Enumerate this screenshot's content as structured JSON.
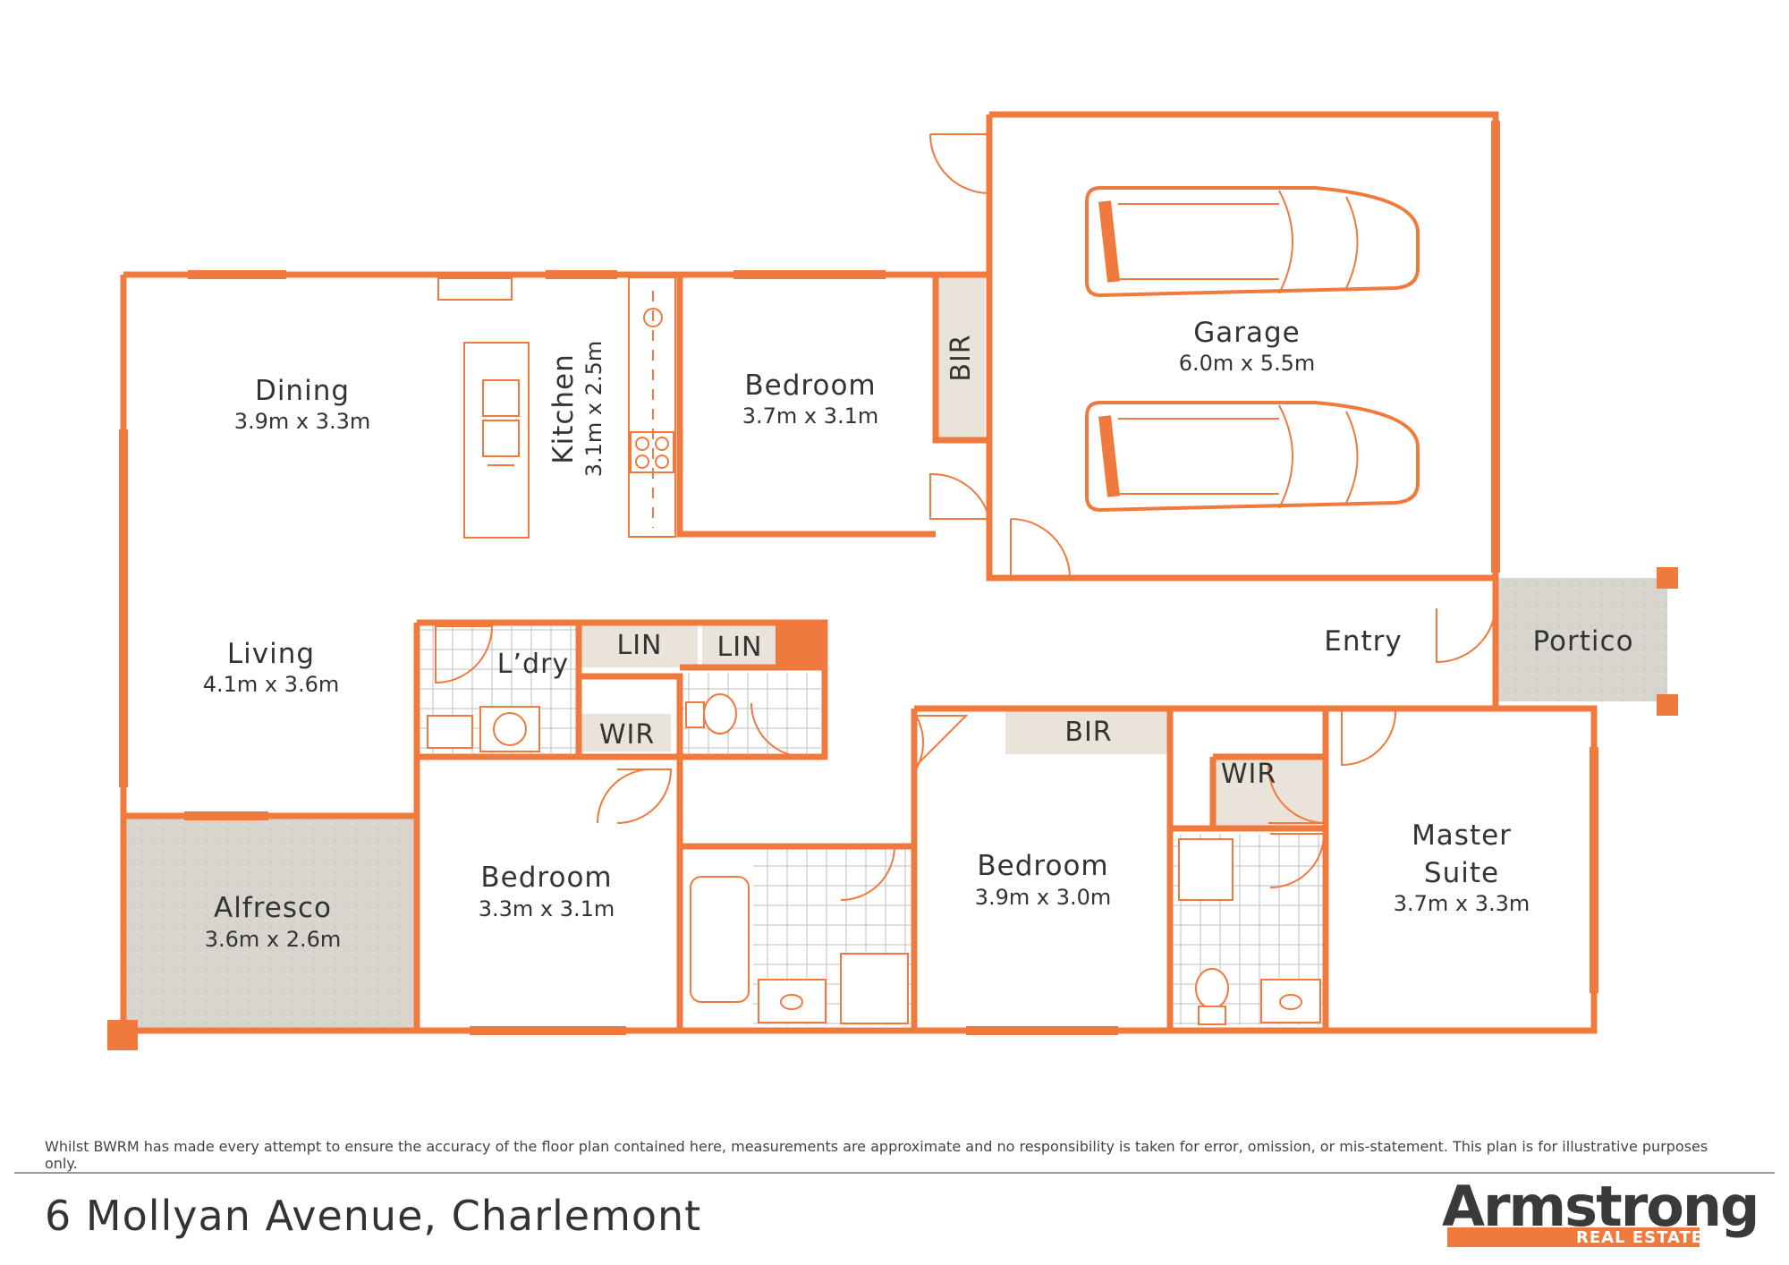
{
  "rooms": {
    "dining": {
      "name": "Dining",
      "dims": "3.9m x 3.3m"
    },
    "kitchen": {
      "name": "Kitchen",
      "dims": "3.1m x 2.5m"
    },
    "bedroom_top": {
      "name": "Bedroom",
      "dims": "3.7m x 3.1m"
    },
    "garage": {
      "name": "Garage",
      "dims": "6.0m x 5.5m"
    },
    "living": {
      "name": "Living",
      "dims": "4.1m x 3.6m"
    },
    "alfresco": {
      "name": "Alfresco",
      "dims": "3.6m x 2.6m"
    },
    "bedroom_left": {
      "name": "Bedroom",
      "dims": "3.3m x 3.1m"
    },
    "bedroom_mid": {
      "name": "Bedroom",
      "dims": "3.9m x 3.0m"
    },
    "master": {
      "name_line1": "Master",
      "name_line2": "Suite",
      "dims": "3.7m x 3.3m"
    }
  },
  "labels": {
    "bir_top": "BIR",
    "bir_mid": "BIR",
    "laundry": "L’dry",
    "lin_1": "LIN",
    "lin_2": "LIN",
    "wir_1": "WIR",
    "wir_2": "WIR",
    "entry": "Entry",
    "portico": "Portico"
  },
  "footer": {
    "disclaimer": "Whilst BWRM  has made every attempt to ensure the accuracy of the floor plan contained here, measurements are approximate and no responsibility is taken for error, omission, or mis-statement. This plan is for illustrative purposes only.",
    "address": "6 Mollyan Avenue, Charlemont",
    "logo_word": "Armstrong",
    "logo_sub": "REAL ESTATE"
  },
  "colors": {
    "wall": "#F07A3E",
    "paving": "#D9D6D0",
    "built_in": "#EAE3DA",
    "text": "#333333"
  }
}
